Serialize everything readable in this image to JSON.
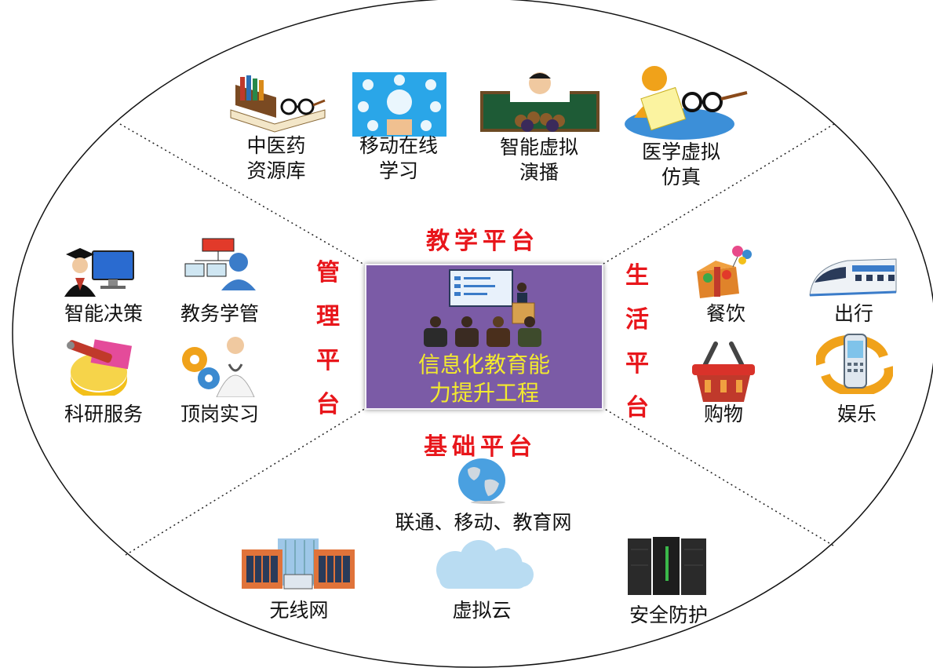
{
  "center": {
    "line1": "信息化教育能",
    "line2": "力提升工程"
  },
  "platforms": {
    "teaching": "教学平台",
    "management": [
      "管",
      "理",
      "平",
      "台"
    ],
    "life": [
      "生",
      "活",
      "平",
      "台"
    ],
    "foundation": "基础平台"
  },
  "teaching_items": [
    {
      "line1": "中医药",
      "line2": "资源库",
      "icon": "books-glasses-icon"
    },
    {
      "line1": "移动在线",
      "line2": "学习",
      "icon": "cloud-learning-icon"
    },
    {
      "line1": "智能虚拟",
      "line2": "演播",
      "icon": "teacher-blackboard-icon"
    },
    {
      "line1": "医学虚拟",
      "line2": "仿真",
      "icon": "person-glasses-icon"
    }
  ],
  "management_items": [
    {
      "label": "智能决策",
      "icon": "graduate-computer-icon"
    },
    {
      "label": "教务学管",
      "icon": "network-user-icon"
    },
    {
      "label": "科研服务",
      "icon": "research-tools-icon"
    },
    {
      "label": "顶岗实习",
      "icon": "doctor-gears-icon"
    }
  ],
  "life_items": [
    {
      "label": "餐饮",
      "icon": "gift-balloons-icon"
    },
    {
      "label": "出行",
      "icon": "train-icon"
    },
    {
      "label": "购物",
      "icon": "shopping-basket-icon"
    },
    {
      "label": "娱乐",
      "icon": "mobile-phone-icon"
    }
  ],
  "foundation_items": [
    {
      "label": "联通、移动、教育网",
      "icon": "globe-icon"
    },
    {
      "label": "无线网",
      "icon": "building-icon"
    },
    {
      "label": "虚拟云",
      "icon": "cloud-icon"
    },
    {
      "label": "安全防护",
      "icon": "server-rack-icon"
    }
  ],
  "colors": {
    "platform_title": "#e8161b",
    "center_bg": "#7b5ba6",
    "center_text": "#f3ea2e"
  }
}
